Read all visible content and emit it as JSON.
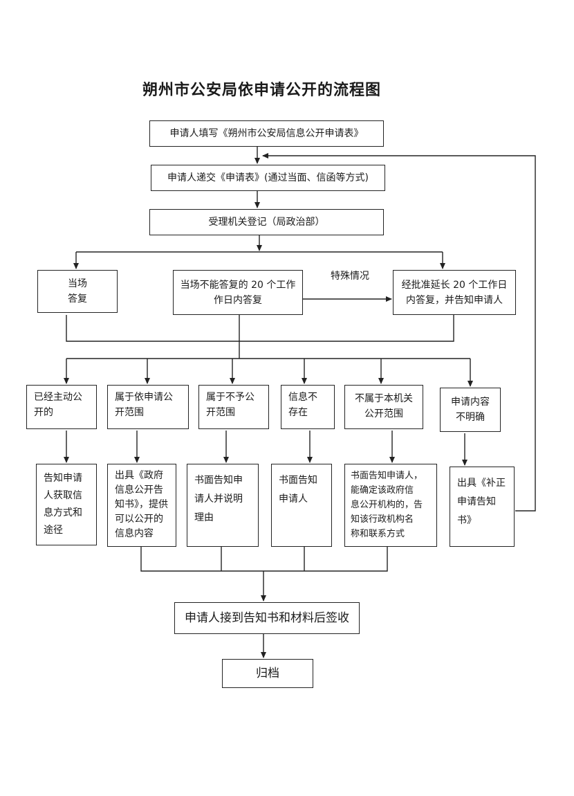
{
  "title": "朔州市公安局依申请公开的流程图",
  "steps": {
    "fill_form": "申请人填写《朔州市公安局信息公开申请表》",
    "submit": "申请人递交《申请表》(通过当面、信函等方式)",
    "register": "受理机关登记（局政治部）"
  },
  "branches": {
    "on_site": [
      "当场",
      "答复"
    ],
    "within_20": [
      "当场不能答复的 20 个工作",
      "作日内答复"
    ],
    "special_label": "特殊情况",
    "extended": [
      "经批准延长 20 个工作日",
      "内答复，并告知申请人"
    ]
  },
  "categories": [
    [
      "已经主动公",
      "开的"
    ],
    [
      "属于依申请公",
      "开范围"
    ],
    [
      "属于不予公",
      "开范围"
    ],
    [
      "信息不",
      "存在"
    ],
    [
      "不属于本机关",
      "公开范围"
    ],
    [
      "申请内容",
      "不明确"
    ]
  ],
  "results": [
    [
      "告知申请",
      "人获取信",
      "息方式和",
      "途径"
    ],
    [
      "出具《政府",
      "信息公开告",
      "知书》，提供",
      "可以公开的",
      "信息内容"
    ],
    [
      "书面告知申",
      "请人并说明",
      "理由"
    ],
    [
      "书面告知",
      "申请人"
    ],
    [
      "书面告知申请人，",
      "能确定该政府信",
      "息公开机构的，告",
      "知该行政机构名",
      "称和联系方式"
    ],
    [
      "出具《补正",
      "申请告知",
      "书》"
    ]
  ],
  "final": {
    "sign": "申请人接到告知书和材料后签收",
    "archive": "归档"
  }
}
